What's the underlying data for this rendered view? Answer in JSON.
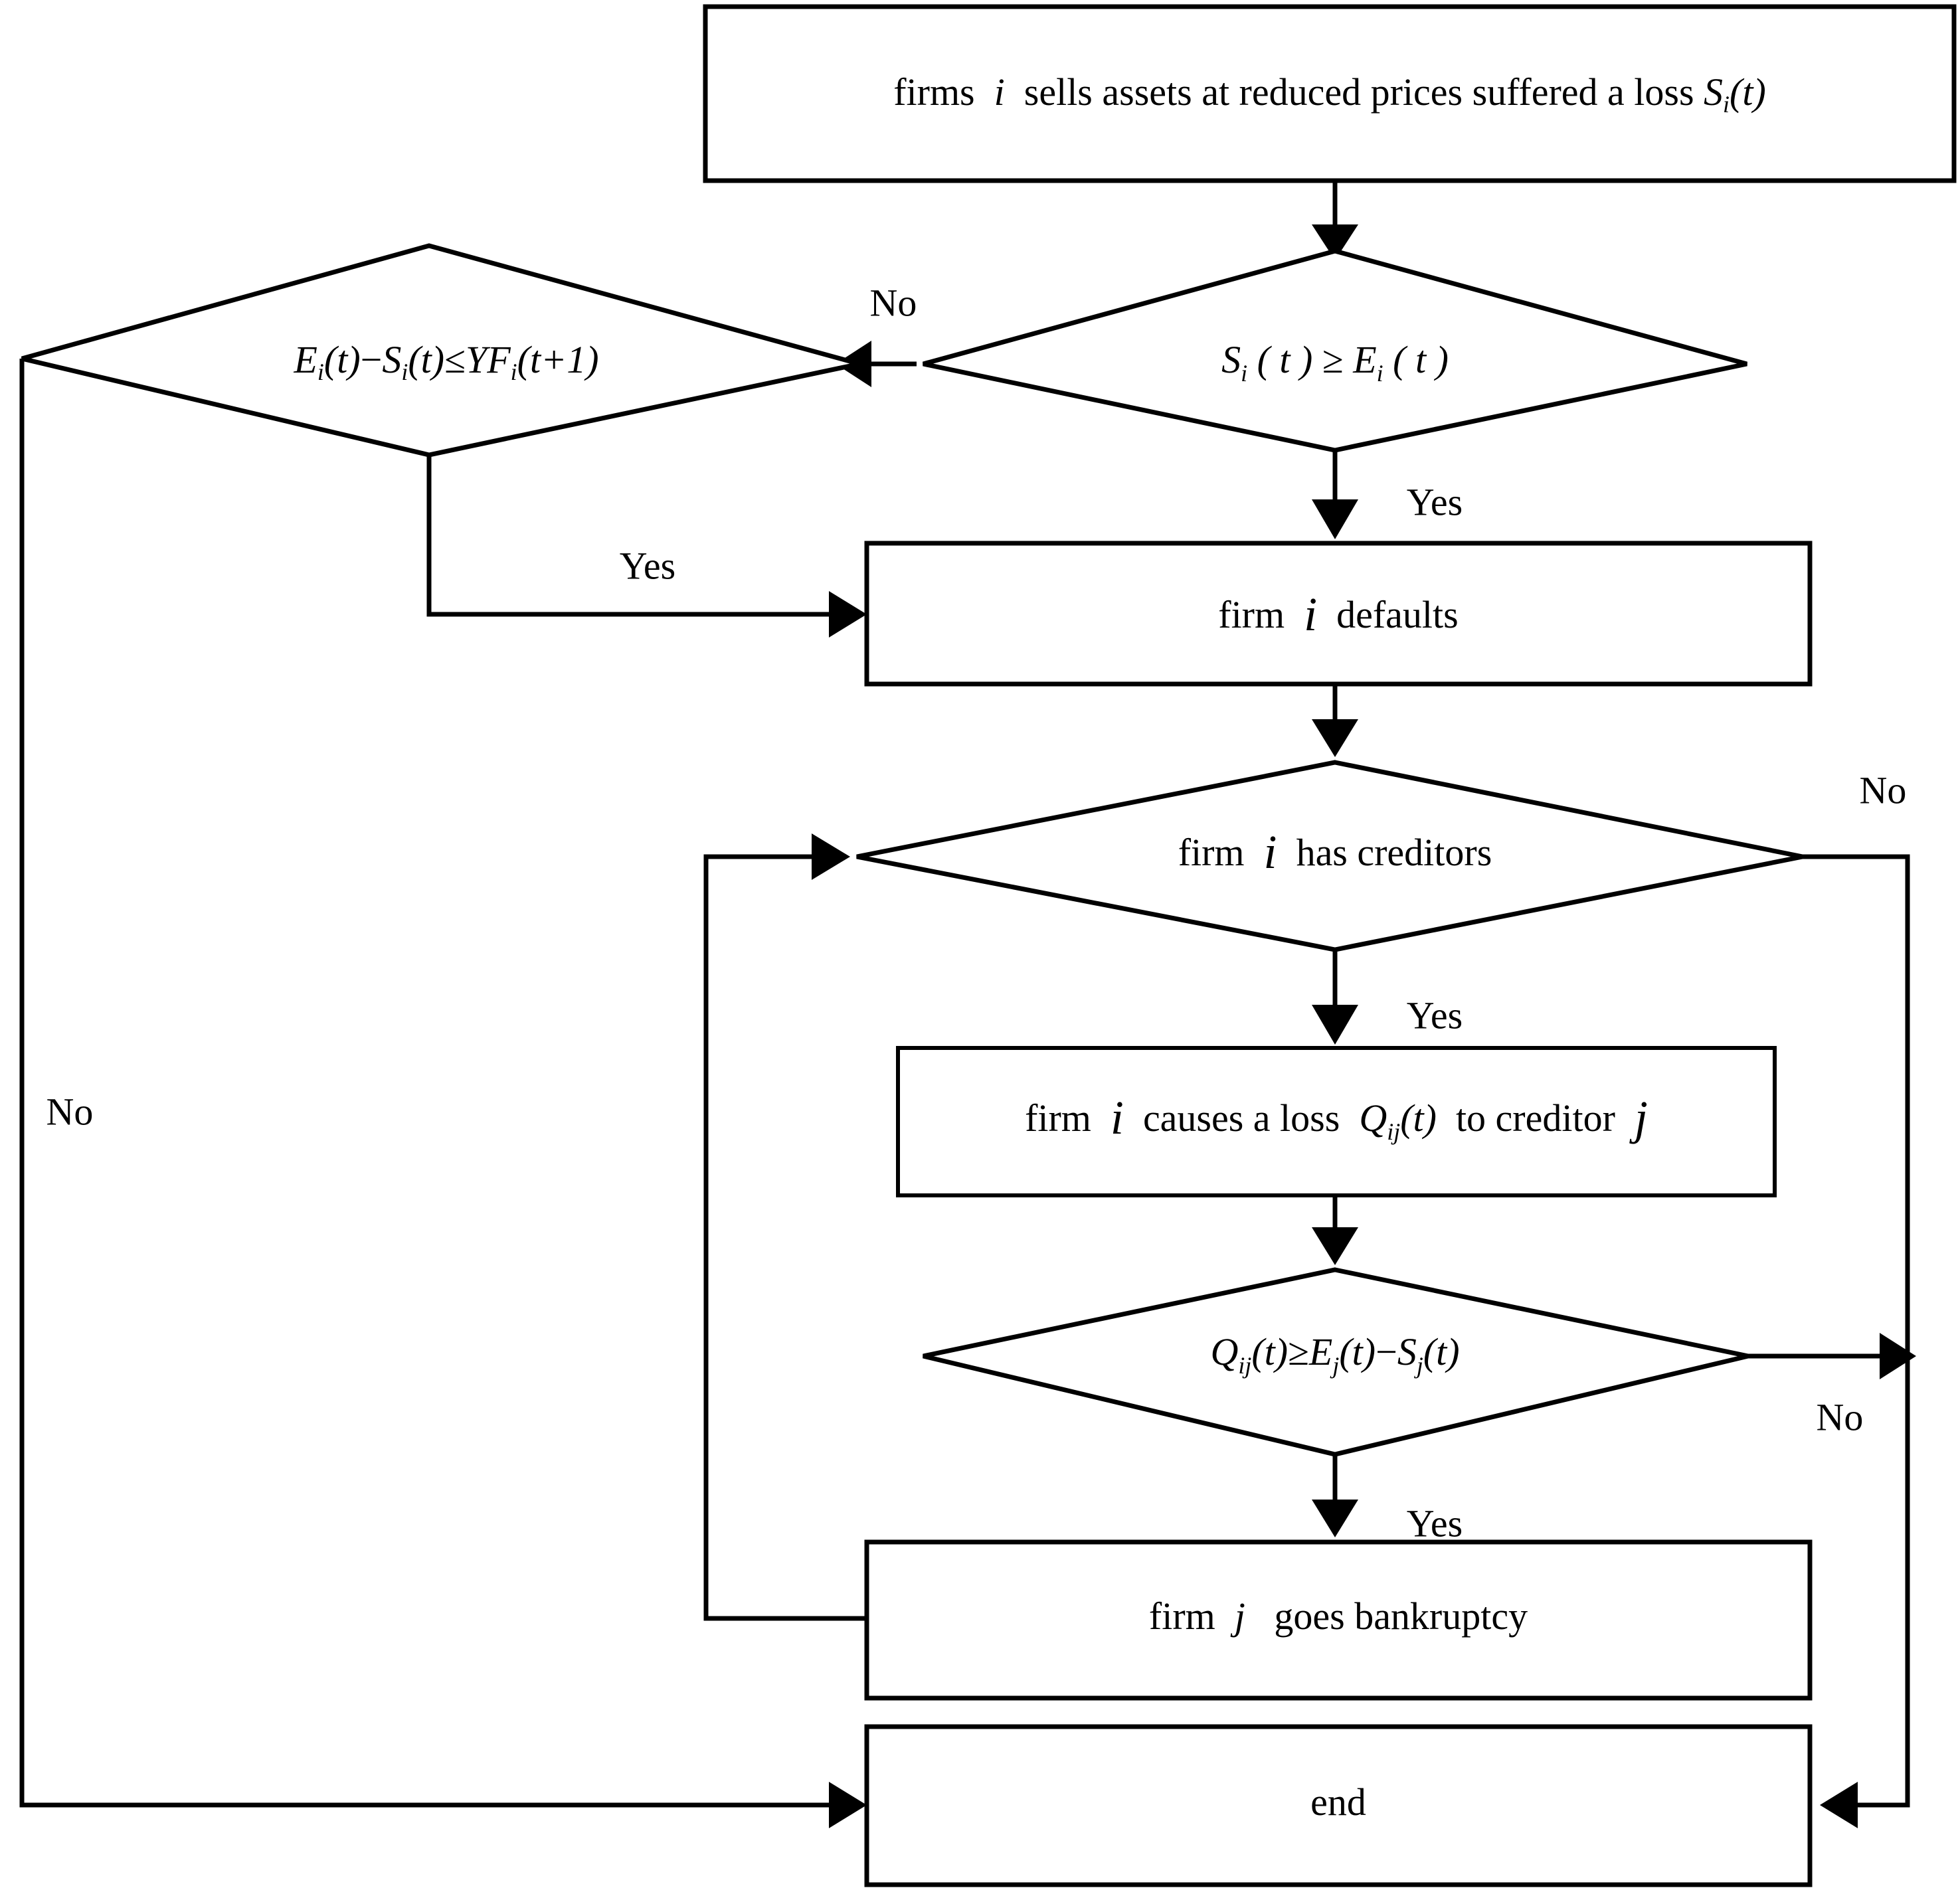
{
  "diagram": {
    "title": "Firm default and contagion flowchart",
    "type": "flowchart",
    "background_color": "#ffffff",
    "line_color": "#000000",
    "fill_color": "#ffffff",
    "nodes": [
      {
        "id": "sell-assets",
        "shape": "process",
        "label_plain": "firms i sells assets at reduced prices suffered a loss S_i(t)",
        "parts": [
          {
            "text": "firms ",
            "style": "upright"
          },
          {
            "text": "i",
            "style": "italic"
          },
          {
            "text": " sells assets at reduced prices suffered a loss ",
            "style": "upright"
          },
          {
            "text": "S",
            "style": "italic"
          },
          {
            "text": "i",
            "style": "subscript"
          },
          {
            "text": "(t)",
            "style": "italic"
          }
        ]
      },
      {
        "id": "equity-check",
        "shape": "decision",
        "label_plain": "E_i(t) - S_i(t) <= YF_i(t+1)",
        "parts": [
          {
            "text": "E",
            "style": "italic"
          },
          {
            "text": "i",
            "style": "subscript"
          },
          {
            "text": "(t)",
            "style": "italic"
          },
          {
            "text": "−",
            "style": "upright"
          },
          {
            "text": "S",
            "style": "italic"
          },
          {
            "text": "i",
            "style": "subscript"
          },
          {
            "text": "(t)",
            "style": "italic"
          },
          {
            "text": "≤",
            "style": "upright"
          },
          {
            "text": "YF",
            "style": "italic"
          },
          {
            "text": "i",
            "style": "subscript"
          },
          {
            "text": "(t+1)",
            "style": "italic"
          }
        ]
      },
      {
        "id": "loss-vs-equity",
        "shape": "decision",
        "label_plain": "S_i(t) >= E_i(t)",
        "parts": [
          {
            "text": "S",
            "style": "italic"
          },
          {
            "text": "i",
            "style": "subscript"
          },
          {
            "text": "( t )",
            "style": "italic"
          },
          {
            "text": "≥",
            "style": "upright"
          },
          {
            "text": "E",
            "style": "italic"
          },
          {
            "text": "i",
            "style": "subscript"
          },
          {
            "text": "( t )",
            "style": "italic"
          }
        ]
      },
      {
        "id": "firm-defaults",
        "shape": "process",
        "label_plain": "firm i defaults",
        "parts": [
          {
            "text": "firm ",
            "style": "upright"
          },
          {
            "text": "i",
            "style": "italic"
          },
          {
            "text": " defaults",
            "style": "upright"
          }
        ]
      },
      {
        "id": "has-creditors",
        "shape": "decision",
        "label_plain": "firm i has creditors",
        "parts": [
          {
            "text": "firm ",
            "style": "upright"
          },
          {
            "text": "i",
            "style": "italic"
          },
          {
            "text": " has creditors",
            "style": "upright"
          }
        ]
      },
      {
        "id": "causes-loss",
        "shape": "process",
        "label_plain": "firm i causes a loss Q_ij(t) to creditor j",
        "parts": [
          {
            "text": "firm ",
            "style": "upright"
          },
          {
            "text": "i",
            "style": "italic"
          },
          {
            "text": " causes a loss ",
            "style": "upright"
          },
          {
            "text": "Q",
            "style": "italic"
          },
          {
            "text": "ij",
            "style": "subscript"
          },
          {
            "text": "(t)",
            "style": "italic"
          },
          {
            "text": " to creditor ",
            "style": "upright"
          },
          {
            "text": "j",
            "style": "italic"
          }
        ]
      },
      {
        "id": "creditor-check",
        "shape": "decision",
        "label_plain": "Q_ij(t) >= E_j(t) - S_j(t)",
        "parts": [
          {
            "text": "Q",
            "style": "italic"
          },
          {
            "text": "ij",
            "style": "subscript"
          },
          {
            "text": "(t)",
            "style": "italic"
          },
          {
            "text": "≥",
            "style": "upright"
          },
          {
            "text": "E",
            "style": "italic"
          },
          {
            "text": "j",
            "style": "subscript"
          },
          {
            "text": "(t)",
            "style": "italic"
          },
          {
            "text": "−",
            "style": "upright"
          },
          {
            "text": "S",
            "style": "italic"
          },
          {
            "text": "j",
            "style": "subscript"
          },
          {
            "text": "(t)",
            "style": "italic"
          }
        ]
      },
      {
        "id": "firm-j-bankrupt",
        "shape": "process",
        "label_plain": "firm j goes bankruptcy",
        "parts": [
          {
            "text": "firm ",
            "style": "upright"
          },
          {
            "text": "j",
            "style": "italic"
          },
          {
            "text": "  goes bankruptcy",
            "style": "upright"
          }
        ]
      },
      {
        "id": "end",
        "shape": "process",
        "label_plain": "end",
        "parts": [
          {
            "text": "end",
            "style": "upright"
          }
        ]
      }
    ],
    "edge_labels": {
      "loss_vs_equity_no": "No",
      "loss_vs_equity_yes": "Yes",
      "equity_check_yes": "Yes",
      "equity_check_no": "No",
      "has_creditors_yes": "Yes",
      "has_creditors_no": "No",
      "creditor_check_yes": "Yes",
      "creditor_check_no": "No"
    },
    "edges": [
      {
        "from": "sell-assets",
        "to": "loss-vs-equity",
        "label": ""
      },
      {
        "from": "loss-vs-equity",
        "to": "equity-check",
        "label": "No"
      },
      {
        "from": "loss-vs-equity",
        "to": "firm-defaults",
        "label": "Yes"
      },
      {
        "from": "equity-check",
        "to": "firm-defaults",
        "label": "Yes"
      },
      {
        "from": "equity-check",
        "to": "end",
        "label": "No"
      },
      {
        "from": "firm-defaults",
        "to": "has-creditors",
        "label": ""
      },
      {
        "from": "has-creditors",
        "to": "causes-loss",
        "label": "Yes"
      },
      {
        "from": "has-creditors",
        "to": "end",
        "label": "No"
      },
      {
        "from": "causes-loss",
        "to": "creditor-check",
        "label": ""
      },
      {
        "from": "creditor-check",
        "to": "firm-j-bankrupt",
        "label": "Yes"
      },
      {
        "from": "creditor-check",
        "to": "end",
        "label": "No"
      },
      {
        "from": "firm-j-bankrupt",
        "to": "has-creditors",
        "label": ""
      }
    ]
  }
}
